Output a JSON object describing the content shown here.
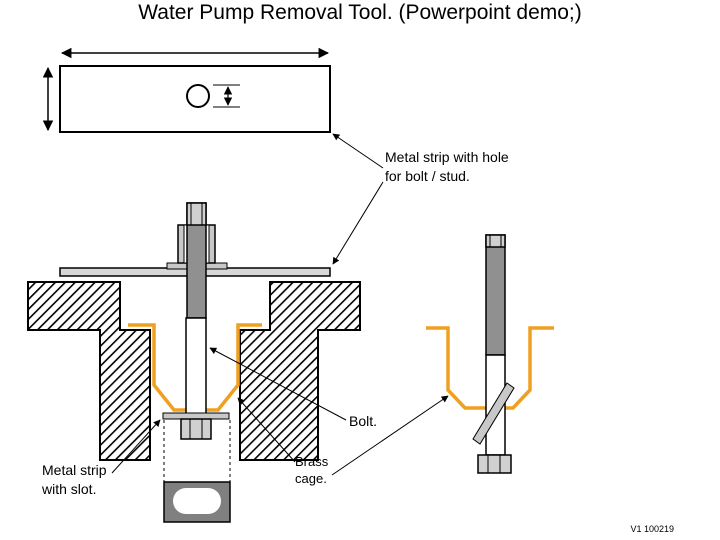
{
  "slide": {
    "title": "Water Pump Removal Tool. (Powerpoint demo;)",
    "version": "V1 100219"
  },
  "labels": {
    "metal_strip_hole_line1": "Metal strip with hole",
    "metal_strip_hole_line2": "for bolt / stud.",
    "bolt": "Bolt.",
    "brass_cage_line1": "Brass",
    "brass_cage_line2": "cage.",
    "metal_strip_slot_line1": "Metal strip",
    "metal_strip_slot_line2": "with slot."
  },
  "colors": {
    "brass": "#f0a020",
    "steel_dark": "#808080",
    "steel_light": "#c8c8c8",
    "line": "#000000"
  }
}
